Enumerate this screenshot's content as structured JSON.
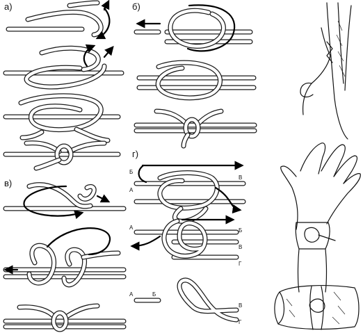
{
  "panels": {
    "a": {
      "label": "а)"
    },
    "b": {
      "label": "б)"
    },
    "v": {
      "label": "в)"
    },
    "g": {
      "label": "г)"
    }
  },
  "rope_tags": {
    "g1_left_top": "Б",
    "g1_right_top": "В",
    "g1_left_bottom": "А",
    "g2_left": "А",
    "g2_right_1": "Б",
    "g2_right_2": "В",
    "g2_right_3": "Г",
    "g3_left_1": "А",
    "g3_left_2": "Б",
    "g3_right_1": "В",
    "g3_right_2": "Г"
  },
  "colors": {
    "ink": "#1a1a1a",
    "background": "#ffffff"
  }
}
